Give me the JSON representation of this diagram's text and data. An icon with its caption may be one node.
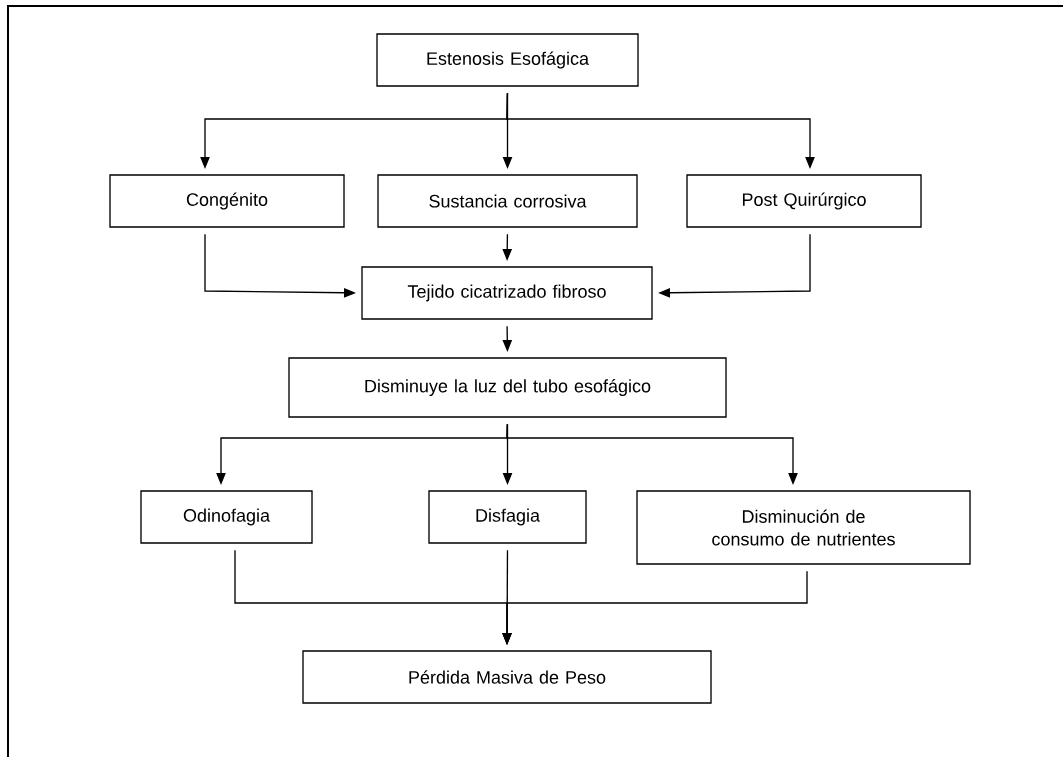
{
  "diagram": {
    "nodes": [
      {
        "text": [
          "Estenosis Esofágica"
        ]
      },
      {
        "text": [
          "Congénito"
        ]
      },
      {
        "text": [
          "Sustancia corrosiva"
        ]
      },
      {
        "text": [
          "Post Quirúrgico"
        ]
      },
      {
        "text": [
          "Tejido cicatrizado fibroso"
        ]
      },
      {
        "text": [
          "Disminuye la luz del tubo esofágico"
        ]
      },
      {
        "text": [
          "Odinofagia"
        ]
      },
      {
        "text": [
          "Disfagia"
        ]
      },
      {
        "text": [
          "Disminución de consumo de nutrientes"
        ]
      },
      {
        "text": [
          "Pérdida Masiva de Peso"
        ]
      }
    ],
    "edges": [
      {
        "from": 0,
        "to": 1,
        "arrow": "to"
      },
      {
        "from": 0,
        "to": 2,
        "arrow": "to"
      },
      {
        "from": 0,
        "to": 3,
        "arrow": "to"
      },
      {
        "from": 1,
        "to": 4,
        "arrow": "to"
      },
      {
        "from": 2,
        "to": 4,
        "arrow": "to"
      },
      {
        "from": 3,
        "to": 4,
        "arrow": "to"
      },
      {
        "from": 4,
        "to": 5,
        "arrow": "to"
      },
      {
        "from": 5,
        "to": 6,
        "arrow": "to"
      },
      {
        "from": 5,
        "to": 7,
        "arrow": "to"
      },
      {
        "from": 5,
        "to": 8,
        "arrow": "to"
      },
      {
        "from": 6,
        "to": 9,
        "arrow": "to"
      },
      {
        "from": 7,
        "to": 9,
        "arrow": "to"
      },
      {
        "from": 8,
        "to": 9,
        "arrow": "to"
      }
    ]
  }
}
